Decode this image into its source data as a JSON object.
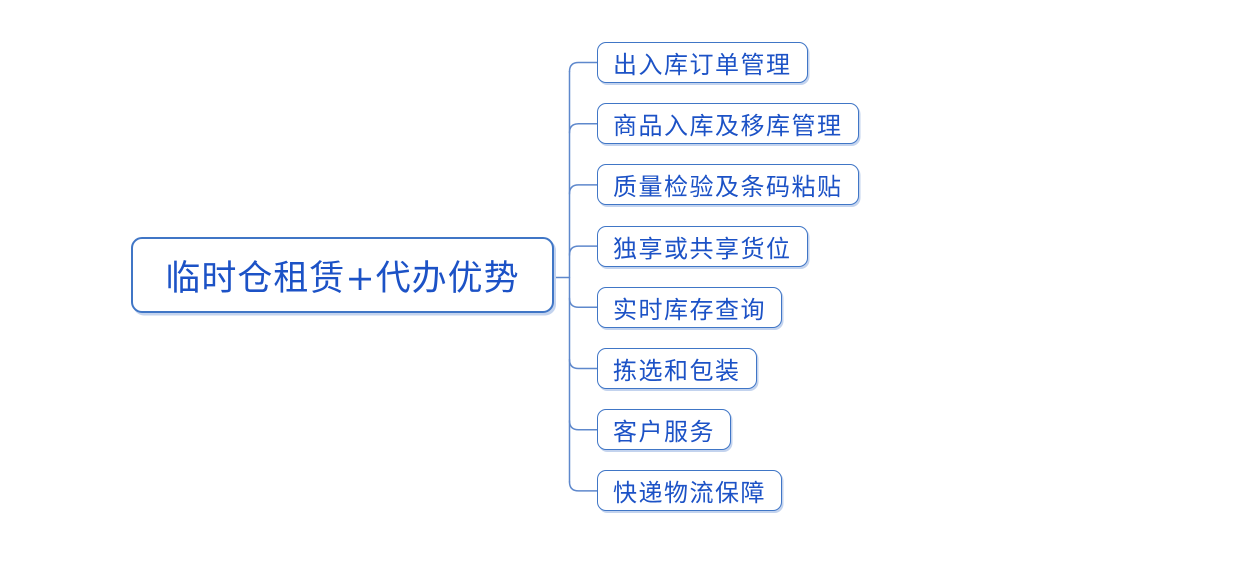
{
  "diagram": {
    "type": "mindmap",
    "root": {
      "label": "临时仓租赁+代办优势"
    },
    "children": [
      {
        "label": "出入库订单管理"
      },
      {
        "label": "商品入库及移库管理"
      },
      {
        "label": "质量检验及条码粘贴"
      },
      {
        "label": "独享或共享货位"
      },
      {
        "label": "实时库存查询"
      },
      {
        "label": "拣选和包装"
      },
      {
        "label": "客户服务"
      },
      {
        "label": "快递物流保障"
      }
    ],
    "colors": {
      "background": "#ffffff",
      "node_fill": "#ffffff",
      "border": "#4076c6",
      "line": "#5e88cc",
      "text": "#1c52c6",
      "shadow": "#c3d3ee"
    }
  }
}
